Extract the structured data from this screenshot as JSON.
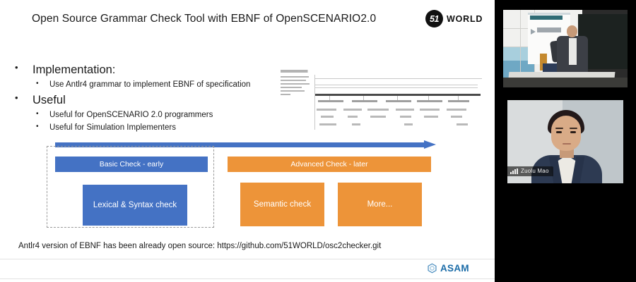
{
  "slide": {
    "title": "Open Source Grammar Check Tool with EBNF of OpenSCENARIO2.0",
    "brand_logo": {
      "mark_text": "51",
      "word_text": "WORLD"
    },
    "bullets": [
      {
        "level": 1,
        "text": "Implementation:",
        "children": [
          {
            "level": 2,
            "text": "Use Antlr4 grammar to implement EBNF of specification"
          }
        ]
      },
      {
        "level": 1,
        "text": "Useful",
        "children": [
          {
            "level": 2,
            "text": "Useful for OpenSCENARIO 2.0 programmers"
          },
          {
            "level": 2,
            "text": "Useful for Simulation Implementers"
          }
        ]
      }
    ],
    "thumbnail": {
      "caption": "parse-tree-screenshot"
    },
    "diagram": {
      "arrow_label": "timeline-arrow",
      "phase_bars": [
        {
          "label": "Basic Check - early",
          "color": "#4472C4"
        },
        {
          "label": "Advanced Check - later",
          "color": "#ED9439"
        }
      ],
      "check_boxes": [
        {
          "label": "Lexical & Syntax check",
          "color": "#4472C4"
        },
        {
          "label": "Semantic check",
          "color": "#ED9439"
        },
        {
          "label": "More...",
          "color": "#ED9439"
        }
      ]
    },
    "caption": "Antlr4 version of EBNF has been already open source: https://github.com/51WORLD/osc2checker.git",
    "footer": {
      "org_name": "ASAM",
      "org_color": "#1B6CA8"
    }
  },
  "videos": {
    "tiles": [
      {
        "id": "presenter-stage",
        "name_label": ""
      },
      {
        "id": "webcam-portrait",
        "name_label": "Zuolu Mao"
      },
      {
        "id": "empty-tile",
        "name_label": ""
      }
    ]
  }
}
